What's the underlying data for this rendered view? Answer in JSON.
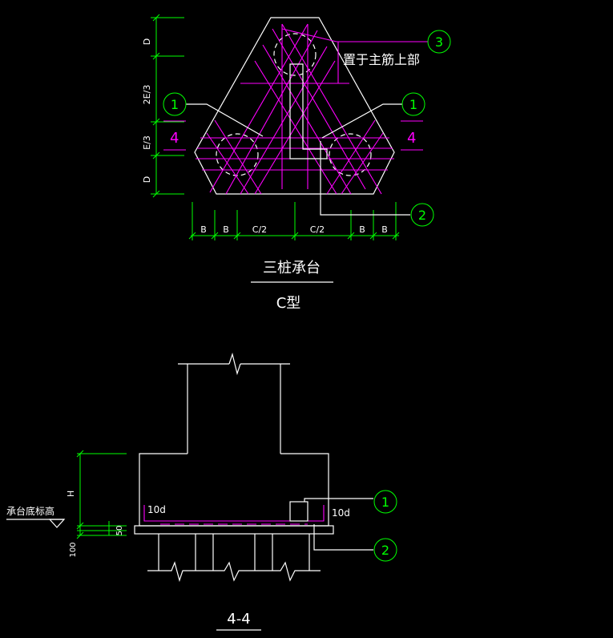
{
  "plan": {
    "dim_labels_vertical": [
      "D",
      "2E/3",
      "E/3",
      "D"
    ],
    "dim_labels_horizontal": [
      "B",
      "B",
      "C/2",
      "C/2",
      "B",
      "B"
    ],
    "section_mark_left": "4",
    "section_mark_right": "4",
    "callout_3": "3",
    "callout_1_left": "1",
    "callout_1_right": "1",
    "callout_2": "2",
    "note_top_rebar": "置于主筋上部",
    "title": "三桩承台",
    "subtitle": "C型"
  },
  "section": {
    "label_10d_left": "10d",
    "label_10d_right": "10d",
    "dim_H": "H",
    "dim_50": "50",
    "dim_100": "100",
    "elevation_label": "承台底标高",
    "callout_1": "1",
    "callout_2": "2",
    "title": "4-4"
  },
  "colors": {
    "background": "#000000",
    "lines": "#ffffff",
    "dimensions": "#00ff00",
    "rebar": "#ff00ff"
  }
}
